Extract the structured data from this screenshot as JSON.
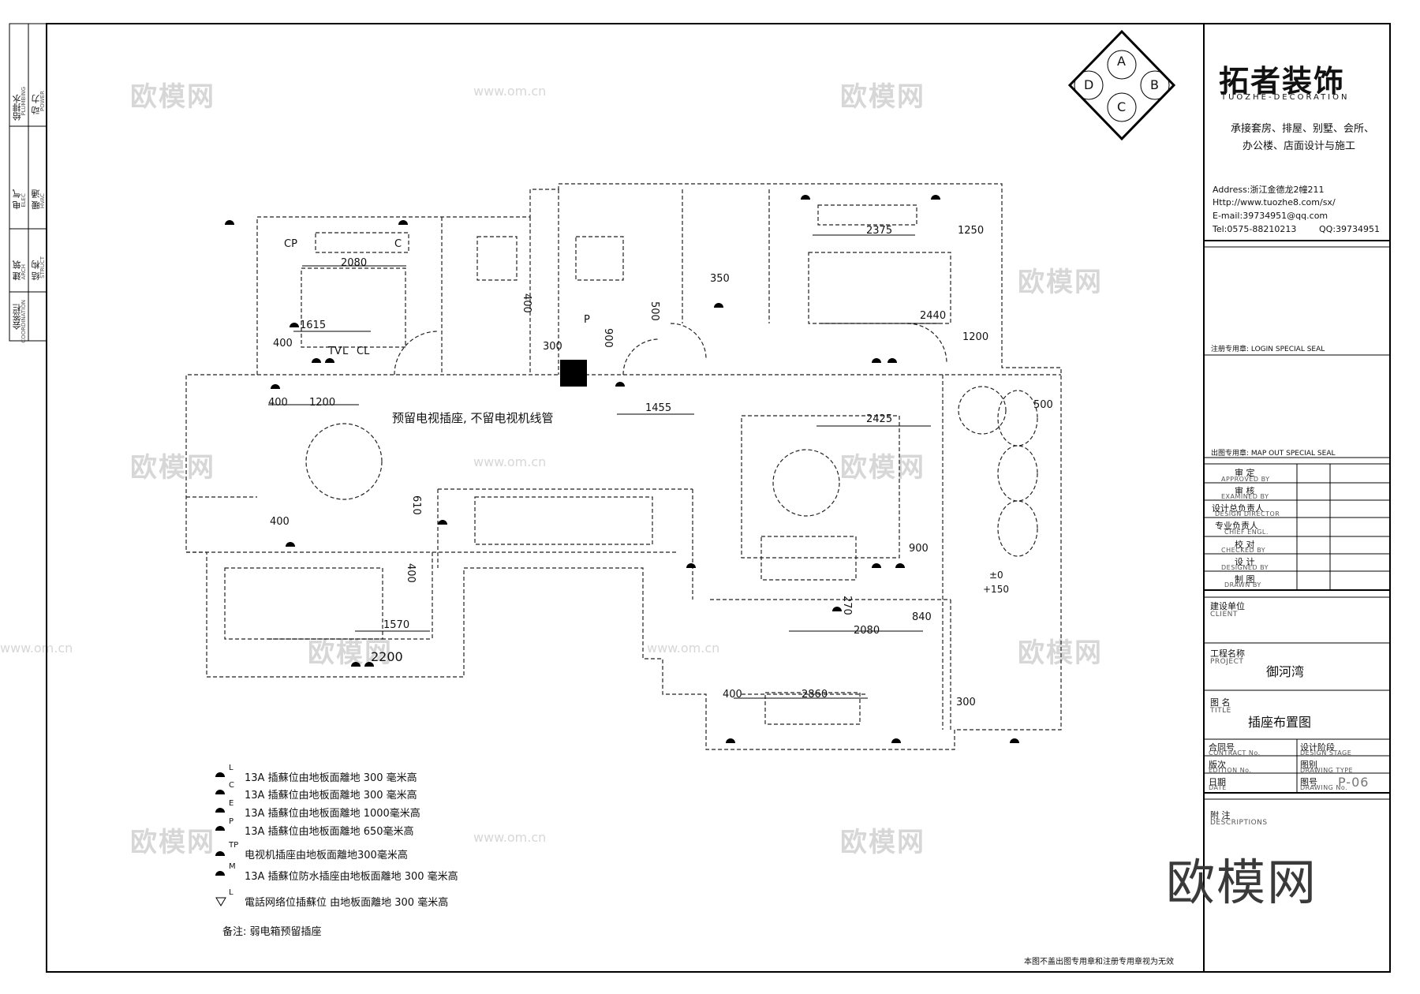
{
  "brand": {
    "name": "拓者装饰",
    "name_en": "TUOZHE-DECORATION",
    "logo_letters": [
      "A",
      "B",
      "C",
      "D"
    ],
    "slogan_lines": [
      "承接套房、排屋、别墅、会所、",
      "办公楼、店面设计与施工"
    ],
    "address": "Address:浙江金德龙2幢211",
    "http": "Http://www.tuozhe8.com/sx/",
    "email": "E-mail:39734951@qq.com",
    "tel": "Tel:0575-88210213",
    "qq": "QQ:39734951"
  },
  "seals": {
    "login": "注册专用章: LOGIN SPECIAL SEAL",
    "mapout": "出图专用章: MAP OUT SPECIAL SEAL"
  },
  "approvals": [
    {
      "cn": "审 定",
      "en": "APPROVED BY"
    },
    {
      "cn": "审 核",
      "en": "EXAMINED BY"
    },
    {
      "cn": "设计总负责人",
      "en": "DESIGN DIRECTOR"
    },
    {
      "cn": "专业负责人",
      "en": "CHIEF ENGL."
    },
    {
      "cn": "校 对",
      "en": "CHECKED BY"
    },
    {
      "cn": "设 计",
      "en": "DESIGNED BY"
    },
    {
      "cn": "制 图",
      "en": "DRAWN BY"
    }
  ],
  "project_info": {
    "client_label": "建设单位",
    "client_en": "CLIENT",
    "project_label": "工程名称",
    "project_en": "PROJECT",
    "project_value": "御河湾",
    "title_label": "图 名",
    "title_en": "TITLE",
    "title_value": "插座布置图",
    "contract_label": "合同号",
    "contract_en": "CONTRACT No.",
    "stage_label": "设计阶段",
    "stage_en": "DESIGN STAGE",
    "edition_label": "版次",
    "edition_en": "EDITION No.",
    "type_label": "图别",
    "type_en": "DRAWING TYPE",
    "date_label": "日期",
    "date_en": "DATE",
    "drawing_no_label": "图号",
    "drawing_no_en": "DRAWING No.",
    "drawing_no_value": "P-06",
    "desc_label": "附 注",
    "desc_en": "DESCRIPTIONS"
  },
  "sidebar": {
    "sections": [
      {
        "cn": "给排水",
        "en": "PLUMBING"
      },
      {
        "cn": "动 力",
        "en": "POWER"
      },
      {
        "cn": "电 气",
        "en": "ELEC"
      },
      {
        "cn": "暖 通",
        "en": "HVAC"
      },
      {
        "cn": "建 筑",
        "en": "ARCH"
      },
      {
        "cn": "结 构",
        "en": "STRUCT"
      },
      {
        "cn": "会签栏",
        "en": "COORDINATION"
      }
    ]
  },
  "plan": {
    "note_tv": "预留电视插座, 不留电视机线管",
    "dimensions": [
      "2080",
      "1615",
      "400",
      "400",
      "1200",
      "400",
      "610",
      "400",
      "1570",
      "2200",
      "300",
      "400",
      "900",
      "500",
      "350",
      "1455",
      "2375",
      "1250",
      "2440",
      "1200",
      "2425",
      "500",
      "900",
      "270",
      "840",
      "2080",
      "400",
      "2860",
      "300"
    ],
    "level_marks": [
      "±0",
      "+150"
    ],
    "socket_tags": [
      "TV",
      "L",
      "CL",
      "CP",
      "P",
      "C"
    ]
  },
  "legend": [
    {
      "symbol": "L",
      "text": "13A 插蘇位由地板面離地 300 毫米高"
    },
    {
      "symbol": "C",
      "text": "13A 插蘇位由地板面離地 300 毫米高"
    },
    {
      "symbol": "E",
      "text": "13A 插蘇位由地板面離地 1000毫米高"
    },
    {
      "symbol": "P",
      "text": "13A 插蘇位由地板面離地 650毫米高"
    },
    {
      "symbol": "TP",
      "text": "电视机插座由地板面離地300毫米高"
    },
    {
      "symbol": "M",
      "text": "13A 插蘇位防水插座由地板面離地 300 毫米高"
    },
    {
      "symbol": "L",
      "text": "電話网络位插蘇位 由地板面離地 300 毫米高"
    }
  ],
  "note": "备注: 弱电箱预留插座",
  "footer_note": "本图不盖出图专用章和注册专用章视为无效",
  "watermarks": {
    "brand": "欧模网",
    "url": "www.om.cn"
  }
}
